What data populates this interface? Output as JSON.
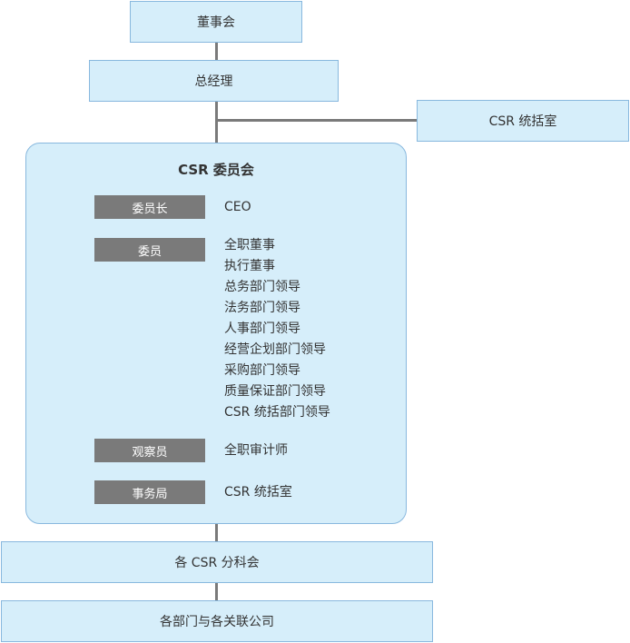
{
  "chart": {
    "board": "董事会",
    "president": "总经理",
    "csr_office": "CSR 统括室",
    "committee": {
      "title": "CSR 委员会",
      "roles": [
        {
          "label": "委员长",
          "values": [
            "CEO"
          ]
        },
        {
          "label": "委员",
          "values": [
            "全职董事",
            "执行董事",
            "总务部门领导",
            "法务部门领导",
            "人事部门领导",
            "经营企划部门领导",
            "采购部门领导",
            "质量保证部门领导",
            "CSR 统括部门领导"
          ]
        },
        {
          "label": "观察员",
          "values": [
            "全职审计师"
          ]
        },
        {
          "label": "事务局",
          "values": [
            "CSR 统括室"
          ]
        }
      ]
    },
    "subcommittees": "各 CSR 分科会",
    "departments": "各部门与各关联公司"
  },
  "colors": {
    "box_fill": "#d6eefa",
    "box_border": "#88b8de",
    "connector": "#7a7a7a",
    "label_fill": "#7a7a7a",
    "label_text": "#ffffff",
    "text": "#333333"
  }
}
